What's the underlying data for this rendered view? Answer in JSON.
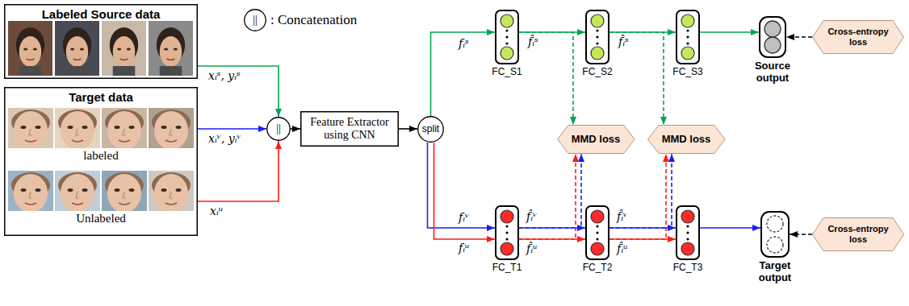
{
  "diagram": {
    "nodes": [
      {
        "text": [
          "Labeled Source data"
        ]
      },
      {
        "text": [
          "Target data",
          "labeled",
          "Unlabeled"
        ]
      },
      {
        "text": [
          "||",
          ": Concatenation"
        ]
      },
      {
        "text": [
          "||"
        ]
      },
      {
        "text": [
          "Feature Extractor using CNN"
        ]
      },
      {
        "text": [
          "split"
        ]
      },
      {
        "text": [
          "FC_S1"
        ]
      },
      {
        "text": [
          "FC_S2"
        ]
      },
      {
        "text": [
          "FC_S3"
        ]
      },
      {
        "text": [
          "Source output"
        ]
      },
      {
        "text": [
          "Cross-entropy loss"
        ]
      },
      {
        "text": [
          "MMD loss"
        ]
      },
      {
        "text": [
          "MMD loss"
        ]
      },
      {
        "text": [
          "FC_T1"
        ]
      },
      {
        "text": [
          "FC_T2"
        ]
      },
      {
        "text": [
          "FC_T3"
        ]
      },
      {
        "text": [
          "Target output"
        ]
      },
      {
        "text": [
          "Cross-entropy loss"
        ]
      }
    ],
    "edges": [
      {
        "from": 0,
        "to": 3,
        "arrow": "to",
        "label": "xᵢˢ, yᵢˢ"
      },
      {
        "from": 1,
        "to": 3,
        "arrow": "to",
        "label": "xᵢᵛ, yᵢᵛ"
      },
      {
        "from": 1,
        "to": 3,
        "arrow": "to",
        "label": "xᵢᵘ"
      },
      {
        "from": 3,
        "to": 4,
        "arrow": "to"
      },
      {
        "from": 4,
        "to": 5,
        "arrow": "to"
      },
      {
        "from": 5,
        "to": 6,
        "arrow": "to",
        "label": "fᵢˢ"
      },
      {
        "from": 5,
        "to": 13,
        "arrow": "to",
        "label": "fᵢᵛ"
      },
      {
        "from": 5,
        "to": 13,
        "arrow": "to",
        "label": "fᵢᵘ"
      },
      {
        "from": 6,
        "to": 7,
        "arrow": "to",
        "label": "f̂ᵢˢ"
      },
      {
        "from": 7,
        "to": 8,
        "arrow": "to",
        "label": "f̂ᵢˢ"
      },
      {
        "from": 8,
        "to": 9,
        "arrow": "to"
      },
      {
        "from": 13,
        "to": 14,
        "arrow": "to",
        "label": "f̂ᵢᵛ"
      },
      {
        "from": 13,
        "to": 14,
        "arrow": "to",
        "label": "f̂ᵢᵘ"
      },
      {
        "from": 14,
        "to": 15,
        "arrow": "to",
        "label": "f̂ᵢᵛ"
      },
      {
        "from": 14,
        "to": 15,
        "arrow": "to",
        "label": "f̂ᵢᵘ"
      },
      {
        "from": 15,
        "to": 16,
        "arrow": "to"
      },
      {
        "from": 6,
        "to": 11,
        "arrow": "to"
      },
      {
        "from": 13,
        "to": 11,
        "arrow": "to"
      },
      {
        "from": 13,
        "to": 11,
        "arrow": "to"
      },
      {
        "from": 7,
        "to": 12,
        "arrow": "to"
      },
      {
        "from": 14,
        "to": 12,
        "arrow": "to"
      },
      {
        "from": 14,
        "to": 12,
        "arrow": "to"
      },
      {
        "from": 10,
        "to": 9,
        "arrow": "to"
      },
      {
        "from": 17,
        "to": 16,
        "arrow": "to"
      }
    ]
  }
}
